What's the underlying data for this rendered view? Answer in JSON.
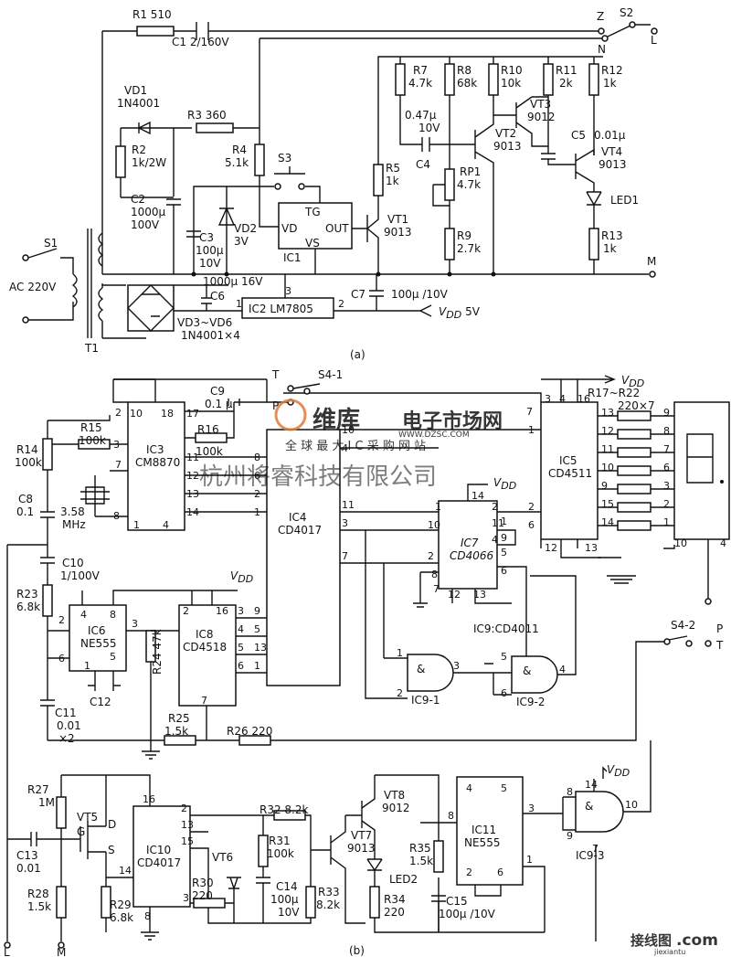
{
  "caption_a": "(a)",
  "caption_b": "(b)",
  "partA": {
    "R1": "R1  510",
    "C1": "C1  2/160V",
    "Z": "Z",
    "S2": "S2",
    "L": "L",
    "N": "N",
    "M": "M",
    "VD1": "VD1",
    "VD1v": "1N4001",
    "R3": "R3  360",
    "R2": "R2",
    "R2v": "1k/2W",
    "R4": "R4",
    "R4v": "5.1k",
    "S3": "S3",
    "C2": "C2",
    "C2v1": "1000μ",
    "C2v2": "100V",
    "C3": "C3",
    "C3v1": "100μ",
    "C3v2": "10V",
    "VD2": "VD2",
    "VD2v": "3V",
    "IC1": "IC1",
    "TG": "TG",
    "OUT": "OUT",
    "VD": "VD",
    "VS": "VS",
    "R5": "R5",
    "R5v": "1k",
    "VT1": "VT1",
    "VT1v": "9013",
    "R7": "R7",
    "R7v": "4.7k",
    "R8": "R8",
    "R8v": "68k",
    "R10": "R10",
    "R10v": "10k",
    "R11": "R11",
    "R11v": "2k",
    "R12": "R12",
    "R12v": "1k",
    "C4v1": "0.47μ",
    "C4v2": "10V",
    "C4": "C4",
    "VT3": "VT3",
    "VT3v": "9012",
    "VT2": "VT2",
    "VT2v": "9013",
    "C5": "C5",
    "C5v": "0.01μ",
    "VT4": "VT4",
    "VT4v": "9013",
    "RP1": "RP1",
    "RP1v": "4.7k",
    "LED1": "LED1",
    "R9": "R9",
    "R9v": "2.7k",
    "R13": "R13",
    "R13v": "1k",
    "S1": "S1",
    "AC": "AC 220V",
    "T1": "T1",
    "C6v": "1000μ  16V",
    "C6": "C6",
    "IC2": "IC2 LM7805",
    "VD36": "VD3~VD6",
    "VD36v": "1N4001×4",
    "C7": "C7",
    "C7v": "100μ /10V",
    "VDD5": "V",
    "VDD5s": "DD",
    "VDD5v": "5V",
    "pin1": "1",
    "pin2": "2",
    "pin3": "3"
  },
  "partB": {
    "VDD": "V",
    "VDDs": "DD",
    "S41": "S4-1",
    "T": "T",
    "P": "P",
    "S42": "S4-2",
    "C9": "C9",
    "C9v": "0.1 μ",
    "R15": "R15",
    "R15v": "100k",
    "R16": "R16",
    "R16v": "100k",
    "R14": "R14",
    "R14v": "100k",
    "C8": "C8",
    "C8v": "0.1",
    "XTAL": "3.58",
    "XTALu": "MHz",
    "IC3": "IC3",
    "IC3v": "CM8870",
    "IC4": "IC4",
    "IC4v": "CD4017",
    "IC5": "IC5",
    "IC5v": "CD4511",
    "IC6": "IC6",
    "IC6v": "NE555",
    "IC7": "IC7",
    "IC7v": "CD4066",
    "IC8": "IC8",
    "IC8v": "CD4518",
    "IC9": "IC9:CD4011",
    "IC91": "IC9-1",
    "IC92": "IC9-2",
    "IC93": "IC9-3",
    "IC10": "IC10",
    "IC10v": "CD4017",
    "IC11": "IC11",
    "IC11v": "NE555",
    "R1722": "R17~R22",
    "R1722v": "220×7",
    "C10": "C10",
    "C10v": "1/100V",
    "R23": "R23",
    "R23v": "6.8k",
    "R24": "R24  47k",
    "C11": "C11",
    "C11v1": "0.01",
    "C11v2": "×2",
    "C12": "C12",
    "R25": "R25",
    "R25v": "1.5k",
    "R26": "R26  220",
    "R27": "R27",
    "R27v": "1M",
    "VT5": "VT5",
    "G": "G",
    "D": "D",
    "S": "S",
    "C13": "C13",
    "C13v": "0.01",
    "R28": "R28",
    "R28v": "1.5k",
    "R29": "R29",
    "R29v": "6.8k",
    "VT6": "VT6",
    "R30": "R30",
    "R30v": "220",
    "R31": "R31",
    "R31v": "100k",
    "R32": "R32  8.2k",
    "C14": "C14",
    "C14v1": "100μ",
    "C14v2": "10V",
    "R33": "R33",
    "R33v": "8.2k",
    "VT7": "VT7",
    "VT7v": "9013",
    "VT8": "VT8",
    "VT8v": "9012",
    "LED2": "LED2",
    "R34": "R34",
    "R34v": "220",
    "R35": "R35",
    "R35v": "1.5k",
    "C15": "C15",
    "C15v": "100μ /10V",
    "L": "L",
    "M": "M",
    "amp": "&"
  },
  "watermarks": {
    "brand": "维库",
    "site_cn": "电子市场网",
    "url": "WWW.DZSC.COM",
    "slogan": "全 球 最 大 I C 采 购 网 站",
    "company": "杭州将睿科技有限公司",
    "corner_cn": "接线图",
    "corner_com": ".com",
    "corner_url": "jiexiantu"
  }
}
